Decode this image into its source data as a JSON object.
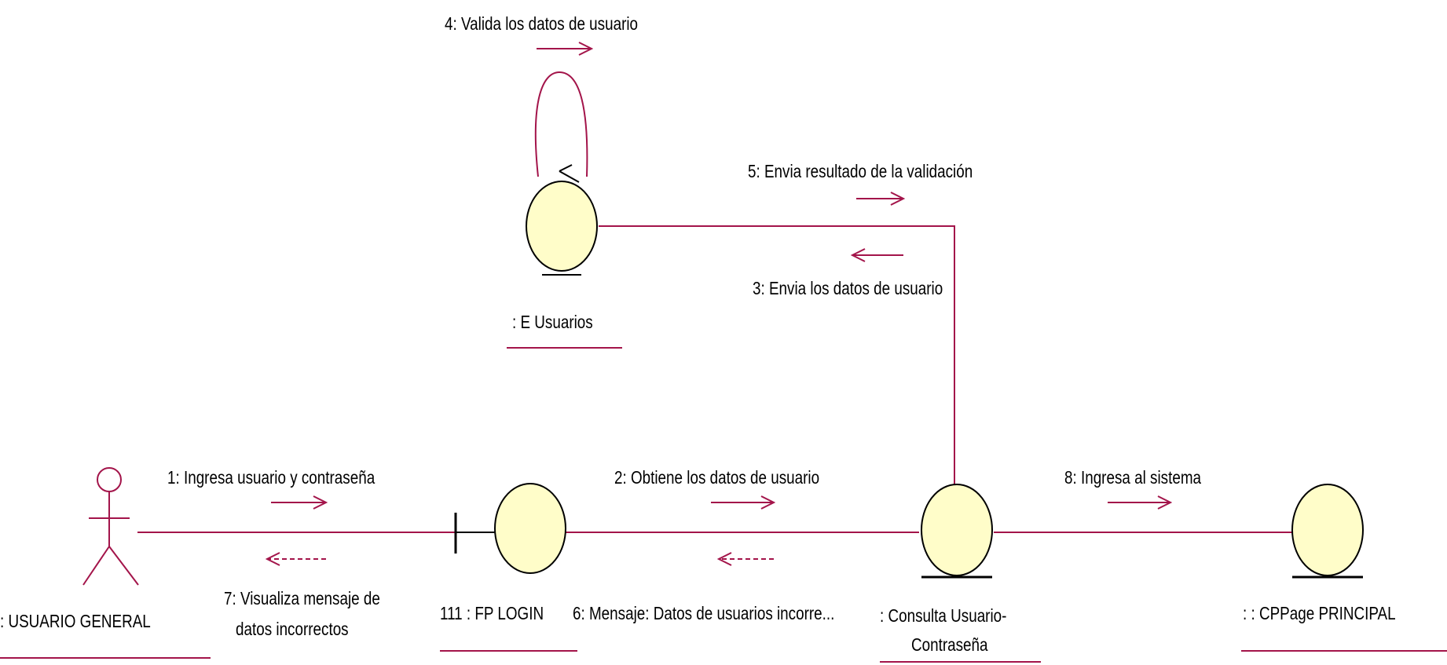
{
  "colors": {
    "line": "#a3144a",
    "object_fill": "#fffdc9",
    "outline": "#000000",
    "background": "#ffffff"
  },
  "objects": {
    "actor": {
      "name": ": USUARIO GENERAL",
      "icon": "actor-stick-figure-icon"
    },
    "fp_login": {
      "name": "111 : FP LOGIN",
      "icon": "boundary-object-icon"
    },
    "e_usuarios": {
      "name": ": E Usuarios",
      "icon": "entity-object-icon"
    },
    "consulta": {
      "name_line1": ": Consulta Usuario-",
      "name_line2": "Contraseña",
      "icon": "control-object-icon"
    },
    "cppage": {
      "name": ": : CPPage PRINCIPAL",
      "icon": "control-object-icon"
    }
  },
  "messages": {
    "m1": "1: Ingresa usuario y contraseña",
    "m2": "2: Obtiene los datos de usuario",
    "m3": "3: Envia los datos de usuario",
    "m4": "4: Valida los datos de usuario",
    "m5": "5: Envia resultado de la validación",
    "m6": "6: Mensaje: Datos de usuarios incorre...",
    "m7_line1": "7: Visualiza mensaje de",
    "m7_line2": "datos incorrectos",
    "m8": "8: Ingresa al sistema"
  }
}
